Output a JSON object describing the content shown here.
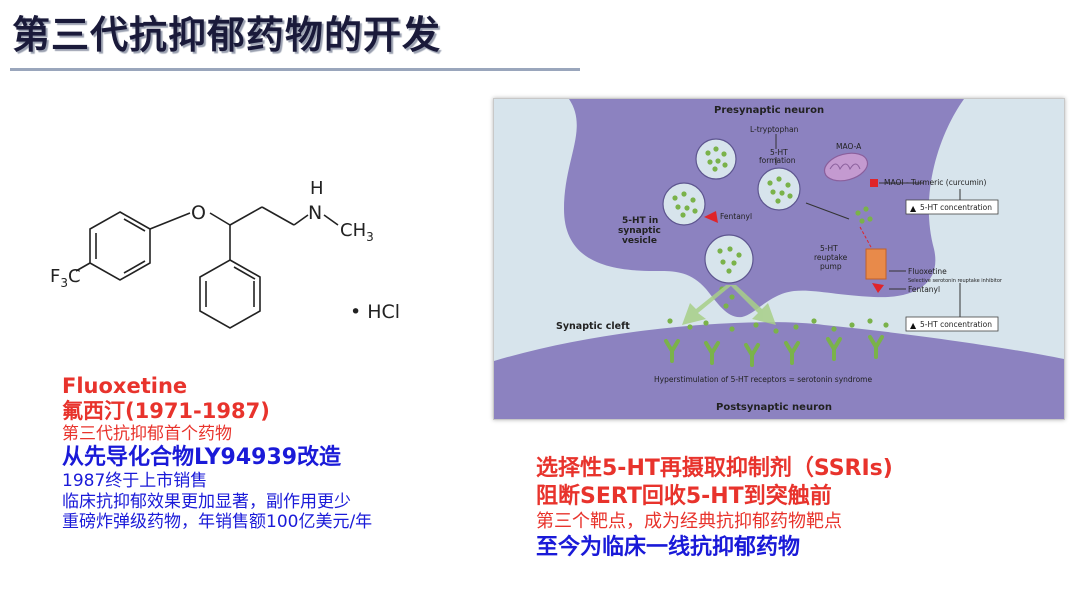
{
  "title": "第三代抗抑郁药物的开发",
  "molecule": {
    "f3c": "F",
    "f3c_sub": "3",
    "f3c_tail": "C",
    "o": "O",
    "nh_h": "H",
    "nh_n": "N",
    "ch3": "CH",
    "ch3_sub": "3",
    "hcl": "• HCl"
  },
  "left_text": {
    "line1": "Fluoxetine",
    "line2": "氟西汀(1971-1987)",
    "line3": "第三代抗抑郁首个药物",
    "line4": "从先导化合物LY94939改造",
    "line5": "1987终于上市销售",
    "line6": "临床抗抑郁效果更加显著，副作用更少",
    "line7": "重磅炸弹级药物，年销售额100亿美元/年"
  },
  "diagram": {
    "presynaptic": "Presynaptic neuron",
    "ltryptophan": "L-tryptophan",
    "ht_formation_1": "5-HT",
    "ht_formation_2": "formation",
    "maoa": "MAO-A",
    "maoi": "MAOI - Turmeric (curcumin)",
    "conc_top": "5-HT concentration",
    "vesicle_1": "5-HT in",
    "vesicle_2": "synaptic",
    "vesicle_3": "vesicle",
    "fentanyl_top": "Fentanyl",
    "pump_1": "5-HT",
    "pump_2": "reuptake",
    "pump_3": "pump",
    "fluoxetine": "Fluoxetine",
    "ssri_desc": "Selective serotonin reuptake inhibitor",
    "fentanyl_bottom": "Fentanyl",
    "cleft": "Synaptic cleft",
    "conc_bottom": "5-HT concentration",
    "hyperstim": "Hyperstimulation of 5-HT receptors = serotonin syndrome",
    "postsynaptic": "Postsynaptic neuron",
    "colors": {
      "membrane": "#8c82c0",
      "cleft_bg": "#d7e4ec",
      "serotonin": "#7ab24a"
    }
  },
  "right_text": {
    "line1": "选择性5-HT再摄取抑制剂（SSRIs)",
    "line2": "阻断SERT回收5-HT到突触前",
    "line3": "第三个靶点，成为经典抗抑郁药物靶点",
    "line4": "至今为临床一线抗抑郁药物"
  }
}
